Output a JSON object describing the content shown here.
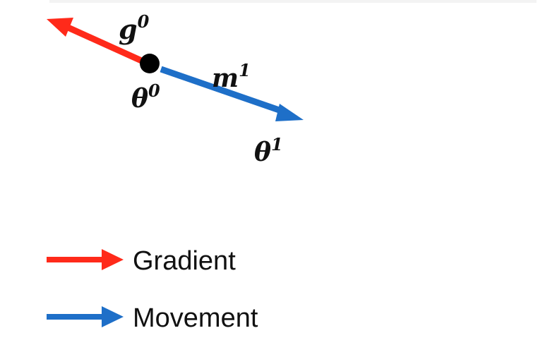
{
  "labels": {
    "gradient": {
      "base": "g",
      "sup": "0"
    },
    "start_point": {
      "base": "θ",
      "sup": "0"
    },
    "movement": {
      "base": "m",
      "sup": "1"
    },
    "end_point": {
      "base": "θ",
      "sup": "1"
    }
  },
  "legend": {
    "gradient_label": "Gradient",
    "movement_label": "Movement"
  },
  "colors": {
    "gradient": "#ff2a1a",
    "movement": "#1e6fc8",
    "point": "#000000"
  }
}
